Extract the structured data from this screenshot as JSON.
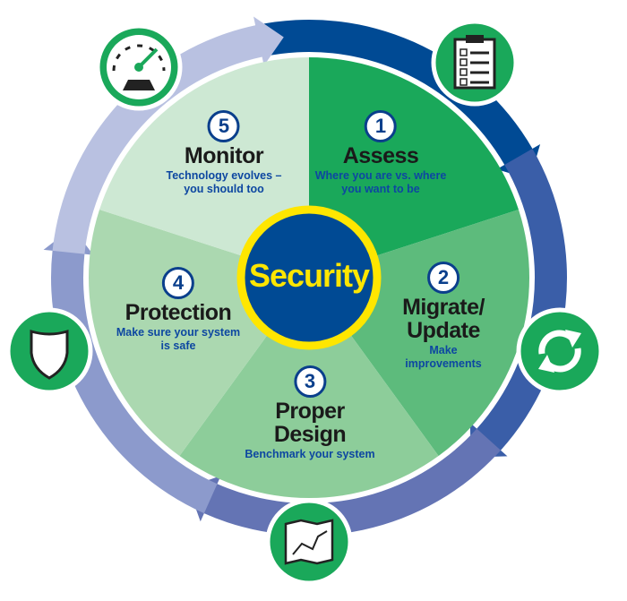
{
  "center": {
    "label": "Security"
  },
  "steps": [
    {
      "number": "1",
      "title": "Assess",
      "subtitle_lines": [
        "Where you are vs. where",
        "you want to be"
      ],
      "icon": "clipboard-checklist-icon"
    },
    {
      "number": "2",
      "title_lines": [
        "Migrate/",
        "Update"
      ],
      "subtitle_lines": [
        "Make",
        "improvements"
      ],
      "icon": "refresh-arrows-icon"
    },
    {
      "number": "3",
      "title_lines": [
        "Proper",
        "Design"
      ],
      "subtitle": "Benchmark your system",
      "icon": "map-icon"
    },
    {
      "number": "4",
      "title": "Protection",
      "subtitle_lines": [
        "Make sure your system",
        "is safe"
      ],
      "icon": "shield-icon"
    },
    {
      "number": "5",
      "title": "Monitor",
      "subtitle_lines": [
        "Technology evolves –",
        "you should too"
      ],
      "icon": "gauge-icon"
    }
  ],
  "colors": {
    "wedges": [
      "#1aa85a",
      "#5dbb7c",
      "#8dcd9a",
      "#abd8b0",
      "#cde8d3"
    ],
    "ring": [
      "#004a94",
      "#3a5ea8",
      "#6474b4",
      "#8c9acc",
      "#b9c1e1"
    ],
    "center_fill": "#004a94",
    "center_border": "#ffe600",
    "icon_circle": "#1aa85a"
  }
}
